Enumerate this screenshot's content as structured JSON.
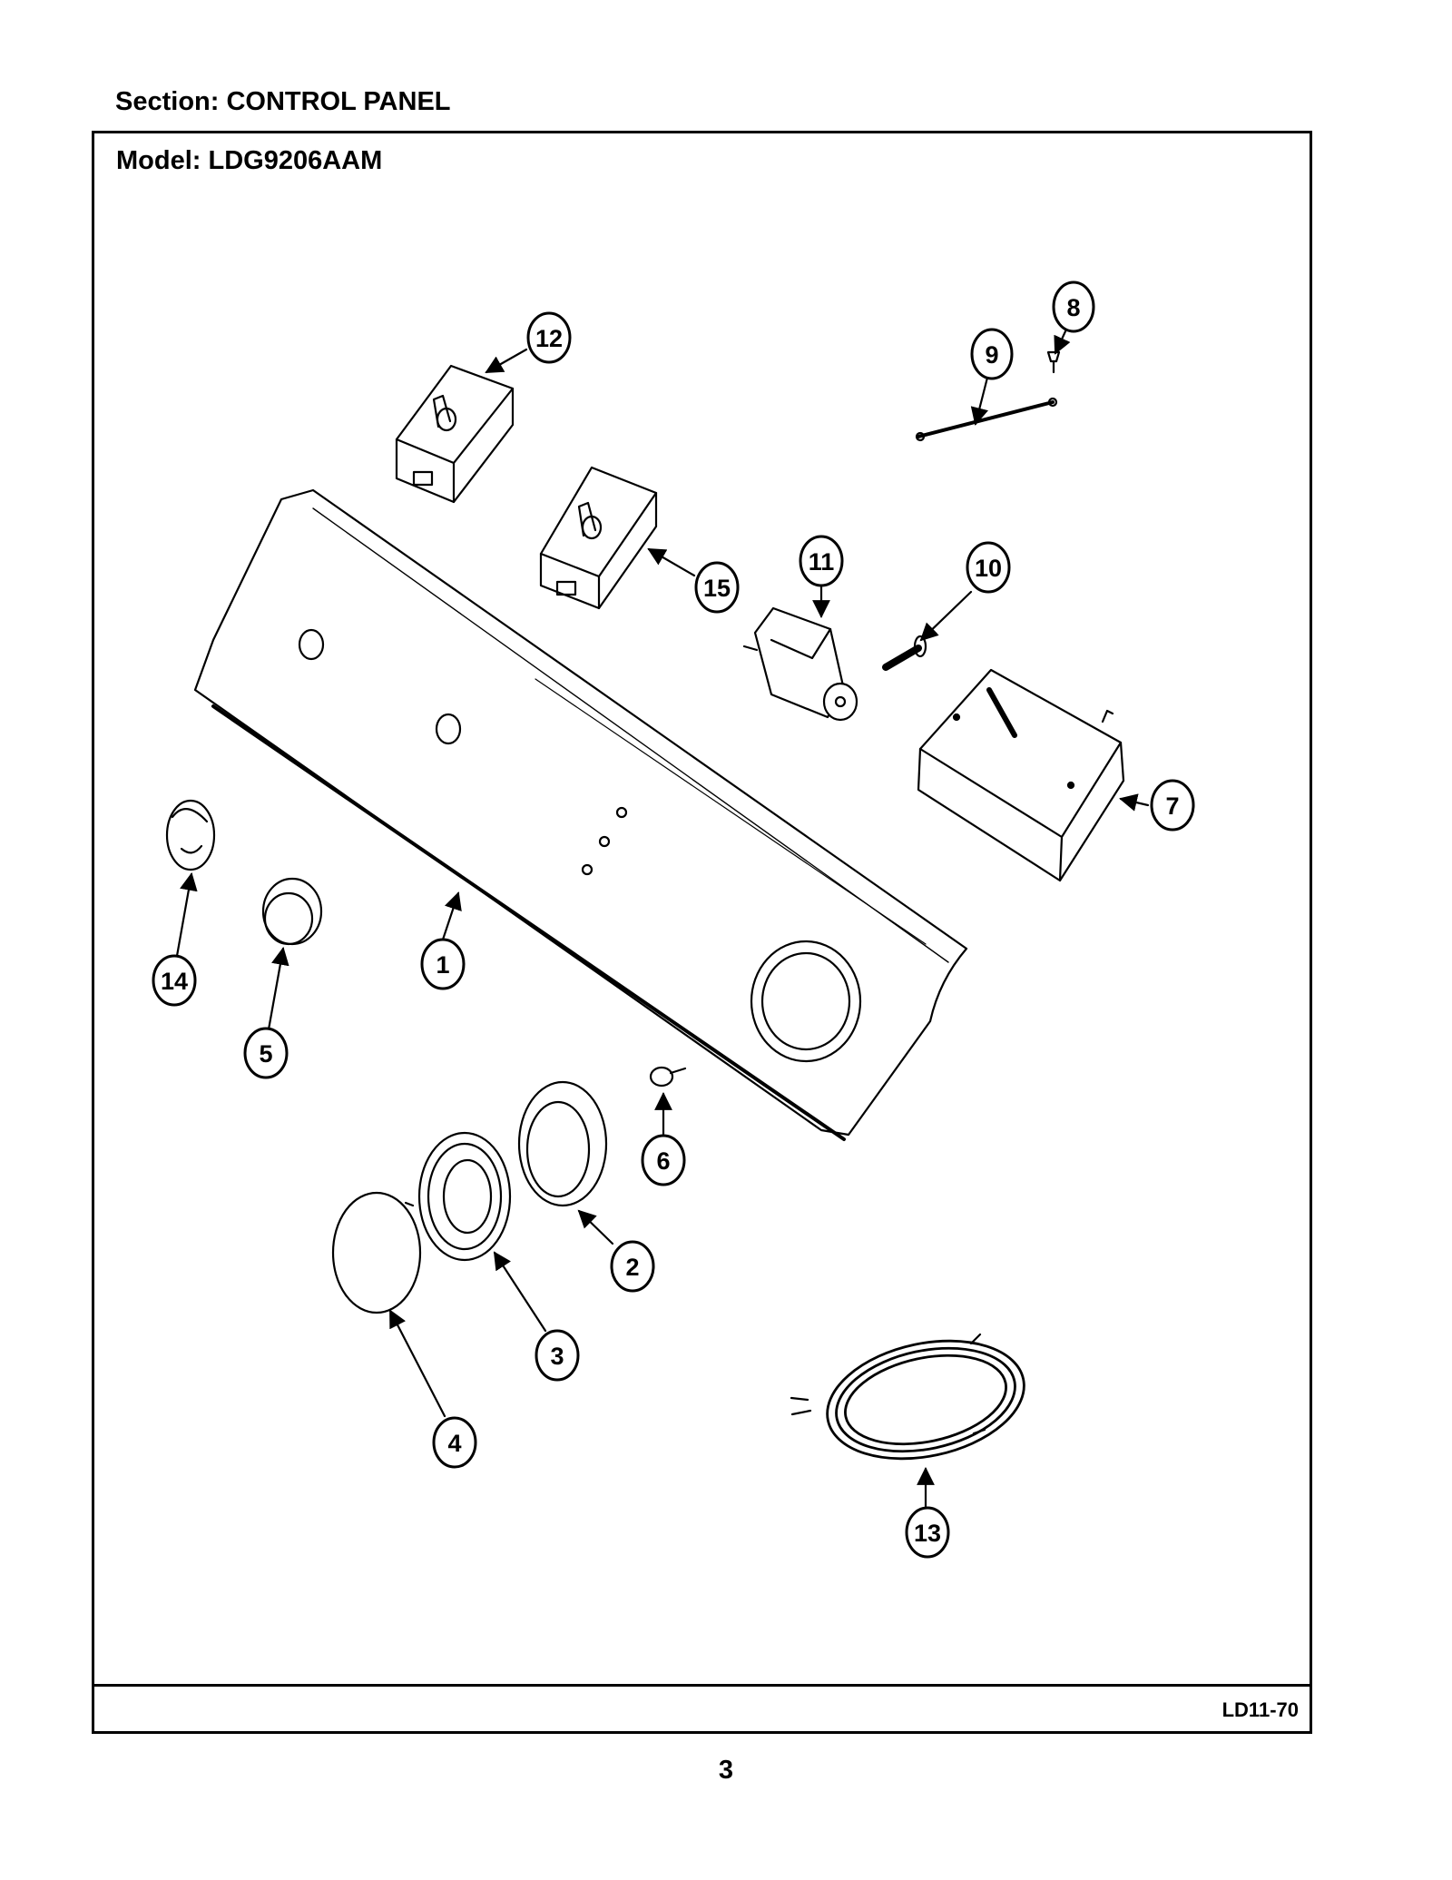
{
  "header": {
    "section": "Section:  CONTROL PANEL"
  },
  "frame": {
    "model": "Model:  LDG9206AAM",
    "drawing_code": "LD11-70"
  },
  "footer": {
    "page_number": "3"
  },
  "callouts": {
    "c1": "1",
    "c2": "2",
    "c3": "3",
    "c4": "4",
    "c5": "5",
    "c6": "6",
    "c7": "7",
    "c8": "8",
    "c9": "9",
    "c10": "10",
    "c11": "11",
    "c12": "12",
    "c13": "13",
    "c14": "14",
    "c15": "15"
  }
}
